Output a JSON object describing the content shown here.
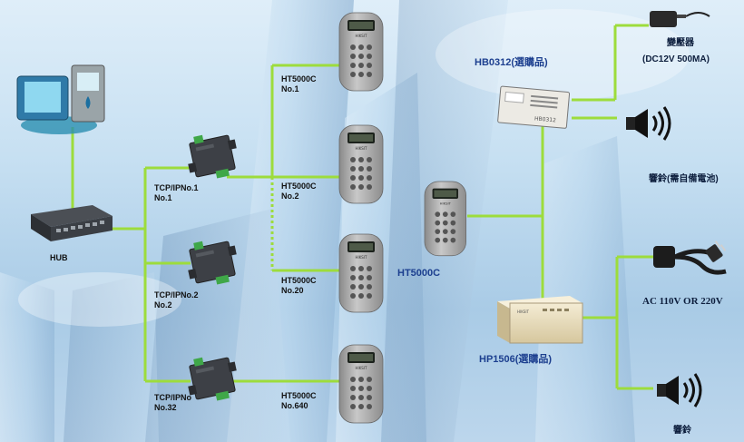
{
  "hub": {
    "label": "HUB"
  },
  "converters": [
    {
      "name": "TCP/IPNo.1",
      "no": "No.1"
    },
    {
      "name": "TCP/IPNo.2",
      "no": "No.2"
    },
    {
      "name": "TCP/IPNo",
      "no": "No.32"
    }
  ],
  "readers": [
    {
      "model": "HT5000C",
      "no": "No.1"
    },
    {
      "model": "HT5000C",
      "no": "No.2"
    },
    {
      "model": "HT5000C",
      "no": "No.20"
    },
    {
      "model": "HT5000C",
      "no": "No.640"
    }
  ],
  "center_reader": {
    "label": "HT5000C"
  },
  "hb0312": {
    "label": "HB0312(選購品)",
    "device_text": "HB0312"
  },
  "adapter": {
    "label": "變壓器",
    "spec": "(DC12V  500MA)"
  },
  "bell_battery": {
    "label": "響鈴(需自備電池)"
  },
  "hp1506": {
    "label": "HP1506(選購品)"
  },
  "ac_power": {
    "label": "AC 110V OR 220V"
  },
  "bell": {
    "label": "響鈴"
  },
  "colors": {
    "line": "#9ddc3c",
    "device_gray": "#a9a9a9",
    "converter": "#3d4046",
    "terminal": "#3fa748"
  }
}
